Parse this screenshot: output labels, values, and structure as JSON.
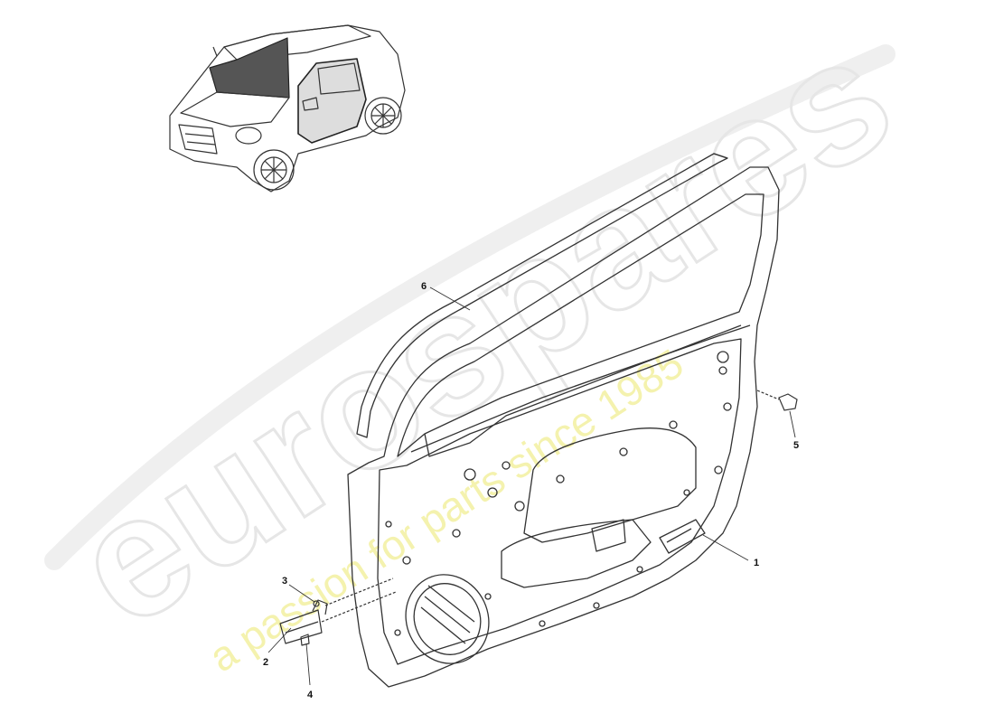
{
  "watermark": {
    "brand": "eurospares",
    "tagline": "a passion for parts since 1985"
  },
  "callouts": [
    {
      "id": "1",
      "label": "1"
    },
    {
      "id": "2",
      "label": "2"
    },
    {
      "id": "3",
      "label": "3"
    },
    {
      "id": "4",
      "label": "4"
    },
    {
      "id": "5",
      "label": "5"
    },
    {
      "id": "6",
      "label": "6"
    }
  ],
  "colors": {
    "line": "#333333",
    "glass_shade": "#555555",
    "watermark_grey": "#e6e6e6",
    "watermark_yellow": "#f3f0a0"
  }
}
